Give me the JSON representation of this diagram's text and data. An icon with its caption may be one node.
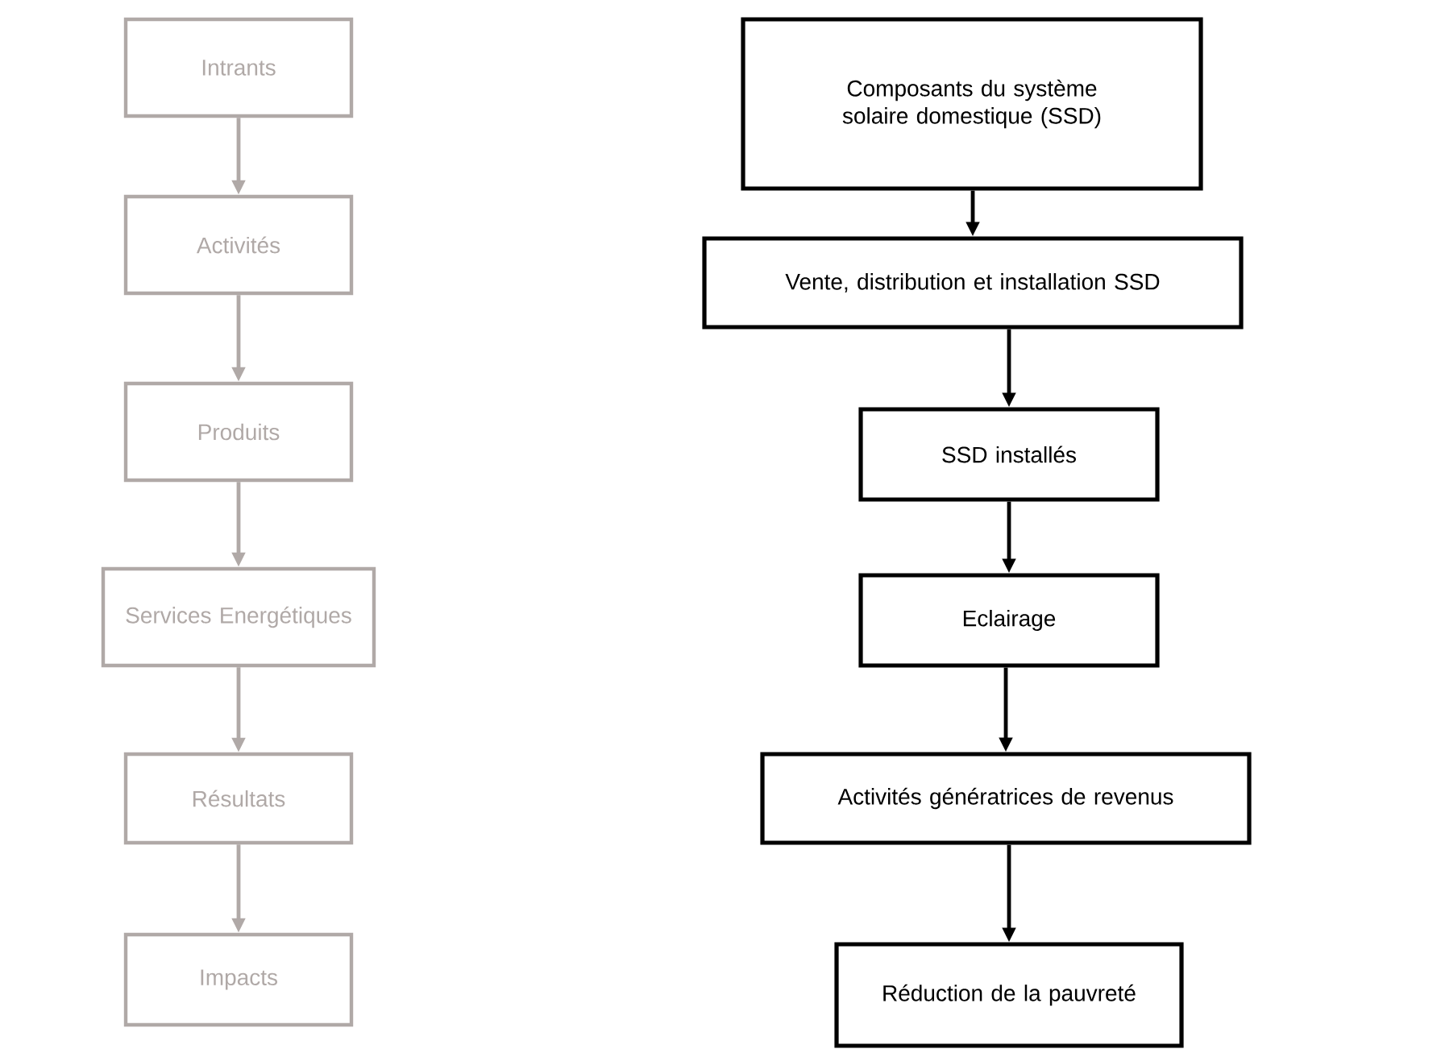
{
  "diagram": {
    "nodes": [
      {
        "text": [
          "Intrants"
        ]
      },
      {
        "text": [
          "Activités"
        ]
      },
      {
        "text": [
          "Produits"
        ]
      },
      {
        "text": [
          "Services Energétiques"
        ]
      },
      {
        "text": [
          "Résultats"
        ]
      },
      {
        "text": [
          "Impacts"
        ]
      },
      {
        "text": [
          "Composants du système solaire domestique (SSD)"
        ]
      },
      {
        "text": [
          "Vente, distribution et installation SSD"
        ]
      },
      {
        "text": [
          "SSD installés"
        ]
      },
      {
        "text": [
          "Eclairage"
        ]
      },
      {
        "text": [
          "Activités génératrices de revenus"
        ]
      },
      {
        "text": [
          "Réduction de la pauvreté"
        ]
      }
    ],
    "edges": [
      {
        "from": 0,
        "to": 1,
        "arrow": "to",
        "color": "#b0a9a7"
      },
      {
        "from": 1,
        "to": 2,
        "arrow": "to",
        "color": "#b0a9a7"
      },
      {
        "from": 2,
        "to": 3,
        "arrow": "to",
        "color": "#b0a9a7"
      },
      {
        "from": 3,
        "to": 4,
        "arrow": "to",
        "color": "#b0a9a7"
      },
      {
        "from": 4,
        "to": 5,
        "arrow": "to",
        "color": "#b0a9a7"
      },
      {
        "from": 6,
        "to": 7,
        "arrow": "to",
        "color": "#000000"
      },
      {
        "from": 7,
        "to": 8,
        "arrow": "to",
        "color": "#000000"
      },
      {
        "from": 8,
        "to": 9,
        "arrow": "to",
        "color": "#000000"
      },
      {
        "from": 9,
        "to": 10,
        "arrow": "to",
        "color": "#000000"
      },
      {
        "from": 10,
        "to": 11,
        "arrow": "to",
        "color": "#000000"
      }
    ]
  }
}
